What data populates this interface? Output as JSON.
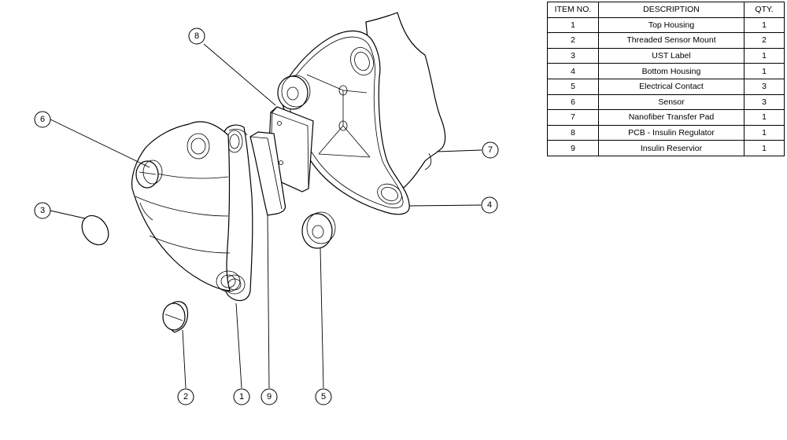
{
  "bom": {
    "headers": [
      "ITEM NO.",
      "DESCRIPTION",
      "QTY."
    ],
    "rows": [
      {
        "item": "1",
        "description": "Top Housing",
        "qty": "1"
      },
      {
        "item": "2",
        "description": "Threaded Sensor Mount",
        "qty": "2"
      },
      {
        "item": "3",
        "description": "UST Label",
        "qty": "1"
      },
      {
        "item": "4",
        "description": "Bottom Housing",
        "qty": "1"
      },
      {
        "item": "5",
        "description": "Electrical Contact",
        "qty": "3"
      },
      {
        "item": "6",
        "description": "Sensor",
        "qty": "3"
      },
      {
        "item": "7",
        "description": "Nanofiber Transfer Pad",
        "qty": "1"
      },
      {
        "item": "8",
        "description": "PCB - Insulin Regulator",
        "qty": "1"
      },
      {
        "item": "9",
        "description": "Insulin Reservior",
        "qty": "1"
      }
    ]
  },
  "balloons": {
    "b1": "1",
    "b2": "2",
    "b3": "3",
    "b4": "4",
    "b5": "5",
    "b6": "6",
    "b7": "7",
    "b8": "8",
    "b9": "9"
  }
}
